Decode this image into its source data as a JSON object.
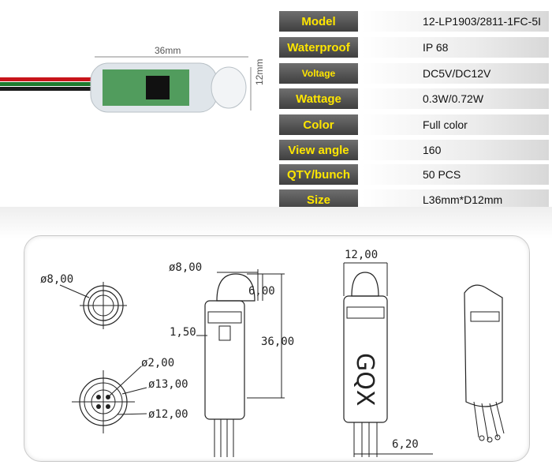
{
  "photo": {
    "length_label": "36mm",
    "diameter_label": "12mm"
  },
  "specs": [
    {
      "key": "Model",
      "value": "12-LP1903/2811-1FC-5I"
    },
    {
      "key": "Waterproof",
      "value": "IP 68"
    },
    {
      "key": "Voltage",
      "value": "DC5V/DC12V"
    },
    {
      "key": "Wattage",
      "value": "0.3W/0.72W"
    },
    {
      "key": "Color",
      "value": "Full color"
    },
    {
      "key": "View angle",
      "value": "160"
    },
    {
      "key": "QTY/bunch",
      "value": "50 PCS"
    },
    {
      "key": "Size",
      "value": "L36mm*D12mm"
    }
  ],
  "drawing": {
    "top_dia": "ø8,00",
    "pin_dia": "ø2,00",
    "outer_dia": "ø13,00",
    "body_dia": "ø12,00",
    "lens_dia": "ø8,00",
    "lens_height": "6,00",
    "step": "1,50",
    "total_length": "36,00",
    "width": "12,00",
    "wire_len": "6,20",
    "logo": "GQX"
  },
  "colors": {
    "key_bg": "#555555",
    "key_text": "#ffe600",
    "wire_red": "#c8141a",
    "wire_black": "#1a1a1a",
    "wire_green": "#1d7a2e"
  }
}
